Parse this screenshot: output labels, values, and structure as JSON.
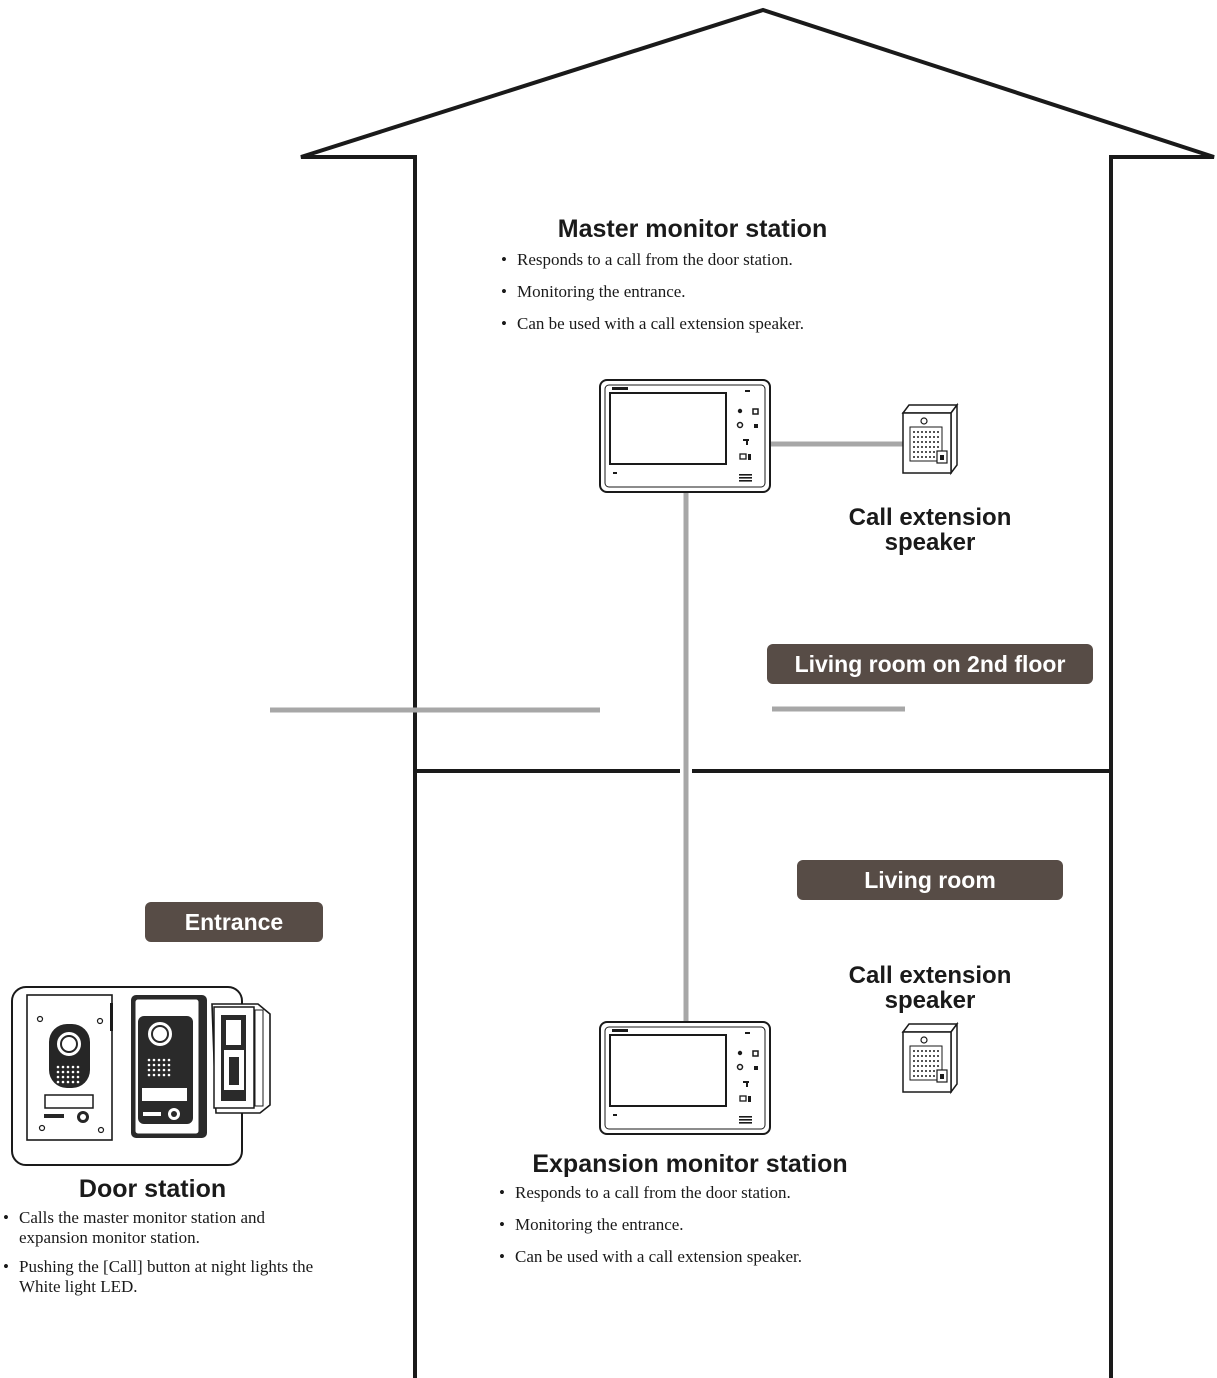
{
  "master": {
    "title": "Master monitor station",
    "bullets": [
      "Responds to a call from the door station.",
      "Monitoring the entrance.",
      "Can be used with a call extension speaker."
    ]
  },
  "expansion": {
    "title": "Expansion monitor station",
    "bullets": [
      "Responds to a call from the door station.",
      "Monitoring the entrance.",
      "Can be used with a call extension speaker."
    ]
  },
  "door": {
    "title": "Door station",
    "bullets": [
      "Calls the master monitor station and expansion monitor station.",
      "Pushing the [Call] button at night lights the White light LED."
    ]
  },
  "speaker": {
    "upper_label": [
      "Call extension",
      "speaker"
    ],
    "lower_label": [
      "Call extension",
      "speaker"
    ]
  },
  "rooms": {
    "upper": "Living room on 2nd floor",
    "lower": "Living room",
    "entrance": "Entrance"
  },
  "colors": {
    "wall": "#1a1a1a",
    "wire": "#a7a7a7",
    "tag_bg": "#574c46",
    "tag_text": "#ffffff"
  }
}
